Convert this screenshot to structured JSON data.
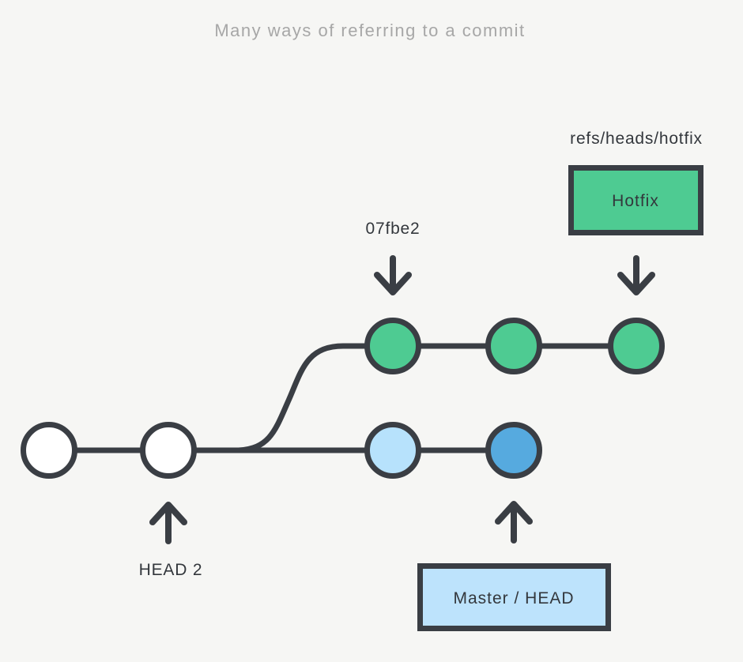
{
  "title": "Many ways of referring to a commit",
  "labels": {
    "hotfix_ref": "refs/heads/hotfix",
    "hotfix_branch": "Hotfix",
    "commit_hash": "07fbe2",
    "relative_ref": "HEAD 2",
    "master_head": "Master / HEAD"
  },
  "colors": {
    "background": "#f6f6f4",
    "title_text": "#a7a7a7",
    "line": "#3a3e44",
    "label_text": "#33373c",
    "commit_green": "#4ecb92",
    "commit_white": "#ffffff",
    "commit_light_blue": "#b7e2fc",
    "commit_dark_blue": "#56aadf",
    "hotfix_box_fill": "#4ecb92",
    "master_box_fill": "#bde3fc"
  },
  "diagram": {
    "type": "git-commit-graph",
    "rows": [
      {
        "name": "hotfix-branch",
        "commits": [
          {
            "id": "hotfix-1",
            "color": "#4ecb92",
            "annotation": "07fbe2"
          },
          {
            "id": "hotfix-2",
            "color": "#4ecb92",
            "annotation": null
          },
          {
            "id": "hotfix-3",
            "color": "#4ecb92",
            "annotation": "refs/heads/hotfix → Hotfix box"
          }
        ]
      },
      {
        "name": "master-branch",
        "commits": [
          {
            "id": "master-1",
            "color": "#ffffff",
            "annotation": null
          },
          {
            "id": "master-2",
            "color": "#ffffff",
            "annotation": "HEAD 2"
          },
          {
            "id": "master-3",
            "color": "#b7e2fc",
            "annotation": null
          },
          {
            "id": "master-4",
            "color": "#56aadf",
            "annotation": "Master / HEAD box"
          }
        ]
      }
    ],
    "branch_point": "after master-2, curve up to hotfix row"
  }
}
